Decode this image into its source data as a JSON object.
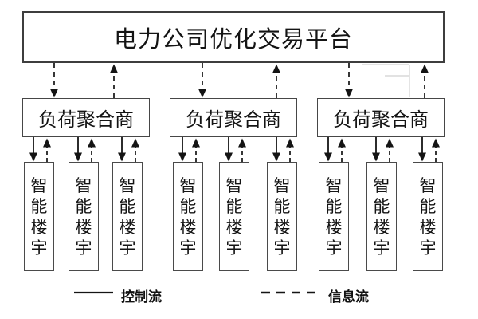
{
  "diagram": {
    "platform": {
      "label": "电力公司优化交易平台"
    },
    "aggregators": [
      {
        "label": "负荷聚合商"
      },
      {
        "label": "负荷聚合商"
      },
      {
        "label": "负荷聚合商"
      }
    ],
    "buildings": [
      {
        "label": "智能楼宇"
      },
      {
        "label": "智能楼宇"
      },
      {
        "label": "智能楼宇"
      },
      {
        "label": "智能楼宇"
      },
      {
        "label": "智能楼宇"
      },
      {
        "label": "智能楼宇"
      },
      {
        "label": "智能楼宇"
      },
      {
        "label": "智能楼宇"
      },
      {
        "label": "智能楼宇"
      }
    ],
    "legend": {
      "control_label": "控制流",
      "control_style": "solid",
      "info_label": "信息流",
      "info_style": "dashed"
    },
    "flows": [
      {
        "from": "platform",
        "to": "aggregator",
        "style": "dashed",
        "meaning": "信息流"
      },
      {
        "from": "aggregator",
        "to": "platform",
        "style": "dashed",
        "meaning": "信息流"
      },
      {
        "from": "aggregator",
        "to": "building",
        "style": "solid",
        "meaning": "控制流"
      },
      {
        "from": "building",
        "to": "aggregator",
        "style": "dashed",
        "meaning": "信息流"
      }
    ],
    "colors": {
      "line": "#141414",
      "border": "#3e3e3e",
      "background": "#ffffff",
      "artifact": "#d9d9d9"
    }
  }
}
